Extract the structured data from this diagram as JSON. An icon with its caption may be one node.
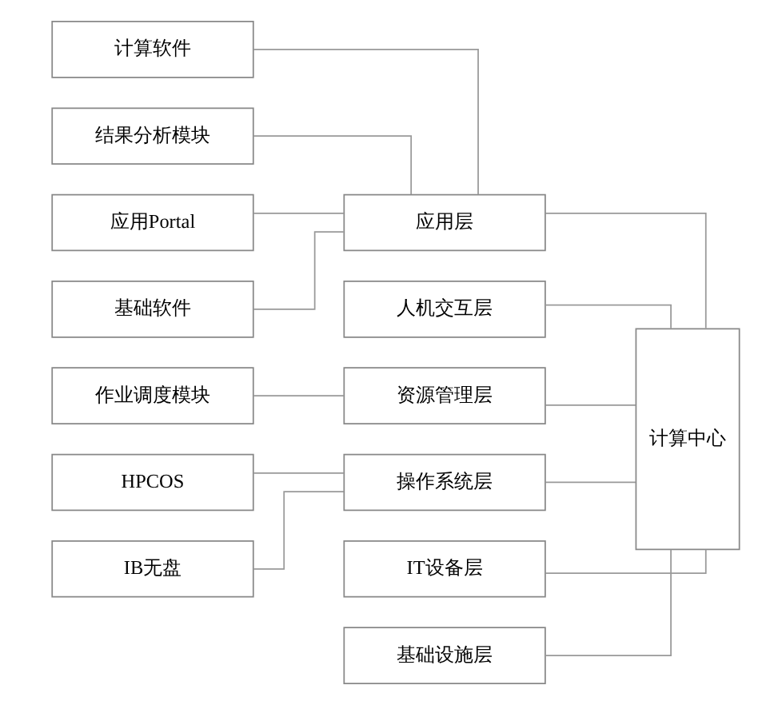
{
  "diagram": {
    "nodes": [
      {
        "text": [
          "计算软件"
        ]
      },
      {
        "text": [
          "基础软件"
        ]
      },
      {
        "text": [
          "应用Portal"
        ]
      },
      {
        "text": [
          "结果分析模块"
        ]
      },
      {
        "text": [
          "作业调度模块"
        ]
      },
      {
        "text": [
          "HPCOS"
        ]
      },
      {
        "text": [
          "IB无盘"
        ]
      },
      {
        "text": [
          "人机交互层"
        ]
      },
      {
        "text": [
          "应用层"
        ]
      },
      {
        "text": [
          "资源管理层"
        ]
      },
      {
        "text": [
          "操作系统层"
        ]
      },
      {
        "text": [
          "IT设备层"
        ]
      },
      {
        "text": [
          "基础设施层"
        ]
      },
      {
        "text": [
          "计算中心"
        ]
      }
    ],
    "edges": [
      {
        "from": 0,
        "to": 8,
        "arrow": "none"
      },
      {
        "from": 1,
        "to": 8,
        "arrow": "none"
      },
      {
        "from": 2,
        "to": 8,
        "arrow": "none"
      },
      {
        "from": 3,
        "to": 8,
        "arrow": "none"
      },
      {
        "from": 4,
        "to": 9,
        "arrow": "none"
      },
      {
        "from": 5,
        "to": 10,
        "arrow": "none"
      },
      {
        "from": 6,
        "to": 10,
        "arrow": "none"
      },
      {
        "from": 7,
        "to": 13,
        "arrow": "none"
      },
      {
        "from": 8,
        "to": 13,
        "arrow": "none"
      },
      {
        "from": 9,
        "to": 13,
        "arrow": "none"
      },
      {
        "from": 10,
        "to": 13,
        "arrow": "none"
      },
      {
        "from": 11,
        "to": 13,
        "arrow": "none"
      },
      {
        "from": 12,
        "to": 13,
        "arrow": "none"
      }
    ]
  }
}
